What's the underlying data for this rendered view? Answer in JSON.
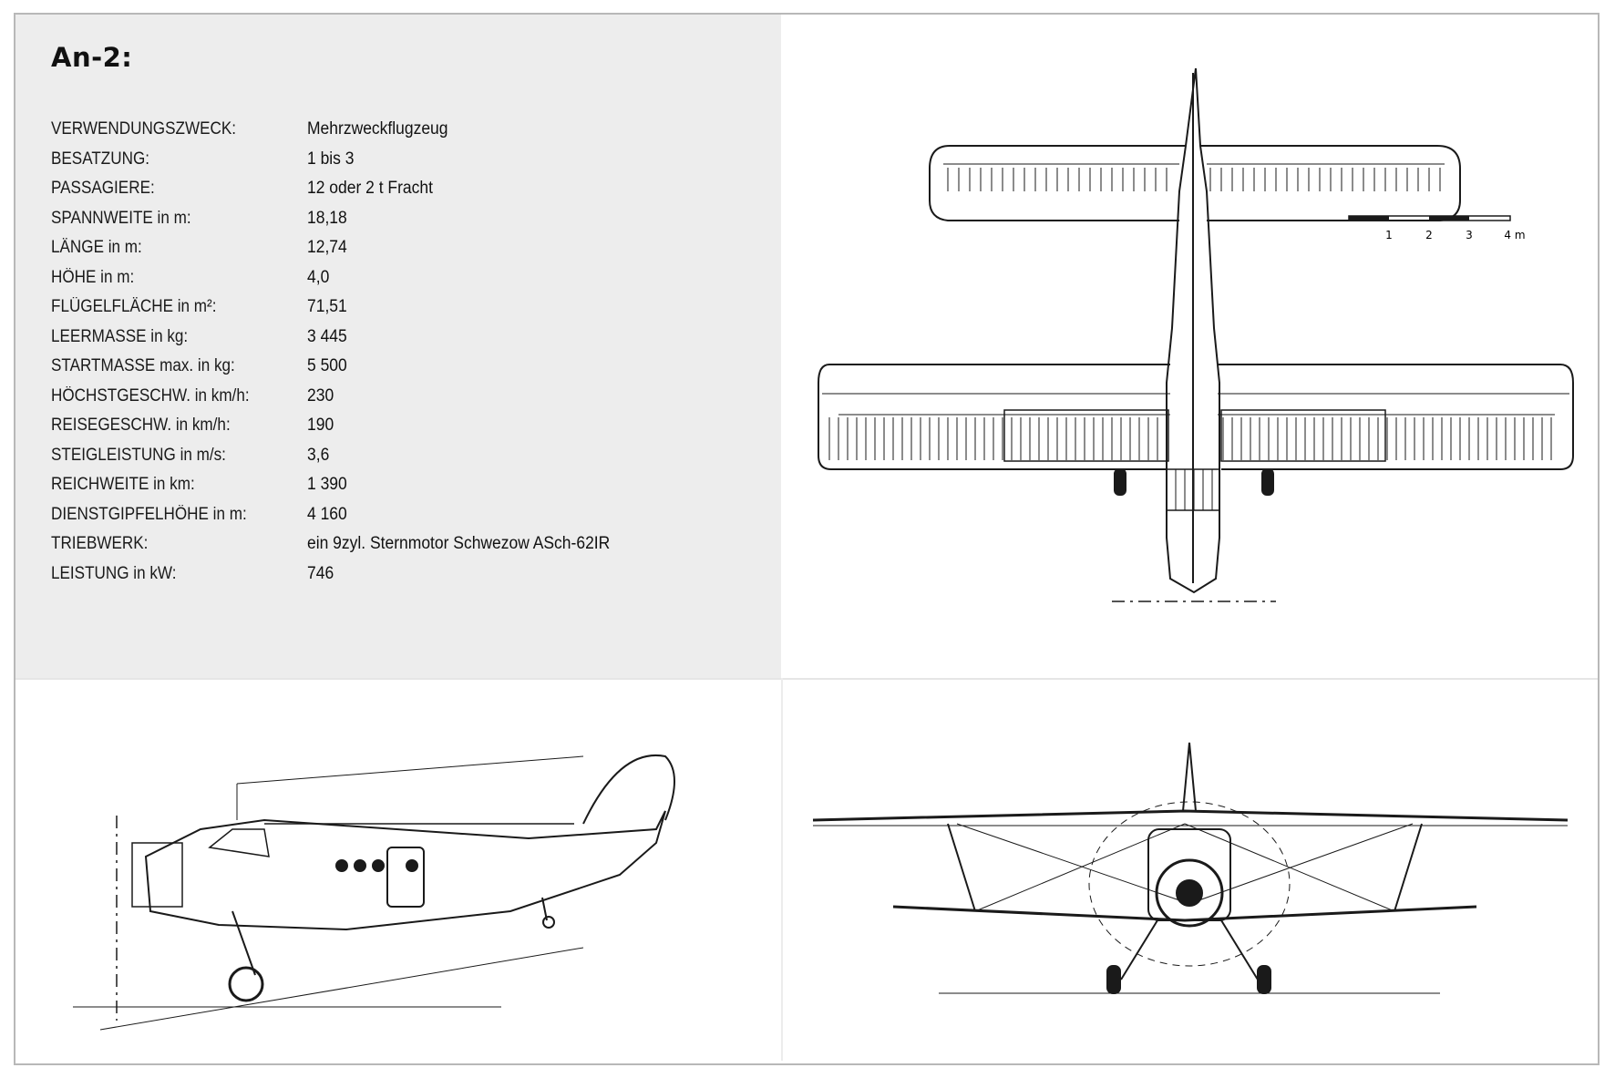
{
  "title": "An-2:",
  "specs": [
    {
      "label": "VERWENDUNGSZWECK:",
      "value": "Mehrzweckflugzeug"
    },
    {
      "label": "BESATZUNG:",
      "value": "1 bis 3"
    },
    {
      "label": "PASSAGIERE:",
      "value": "12 oder 2 t Fracht"
    },
    {
      "label": "SPANNWEITE in m:",
      "value": "18,18"
    },
    {
      "label": "LÄNGE in m:",
      "value": "12,74"
    },
    {
      "label": "HÖHE in m:",
      "value": "4,0"
    },
    {
      "label": "FLÜGELFLÄCHE in m²:",
      "value": "71,51"
    },
    {
      "label": "LEERMASSE in kg:",
      "value": "3 445"
    },
    {
      "label": "STARTMASSE max. in kg:",
      "value": "5 500"
    },
    {
      "label": "HÖCHSTGESCHW. in km/h:",
      "value": "230"
    },
    {
      "label": "REISEGESCHW. in km/h:",
      "value": "190"
    },
    {
      "label": "STEIGLEISTUNG in m/s:",
      "value": "3,6"
    },
    {
      "label": "REICHWEITE in km:",
      "value": "1 390"
    },
    {
      "label": "DIENSTGIPFELHÖHE in m:",
      "value": "4 160"
    },
    {
      "label": "TRIEBWERK:",
      "value": "ein 9zyl. Sternmotor Schwezow ASch-62IR"
    },
    {
      "label": "LEISTUNG in kW:",
      "value": "746"
    }
  ],
  "scale_bar": {
    "ticks": [
      "1",
      "2",
      "3",
      "4 m"
    ]
  },
  "colors": {
    "panel_bg": "#ededed",
    "line": "#1a1a1a",
    "watermark": "#e2e2e2"
  }
}
